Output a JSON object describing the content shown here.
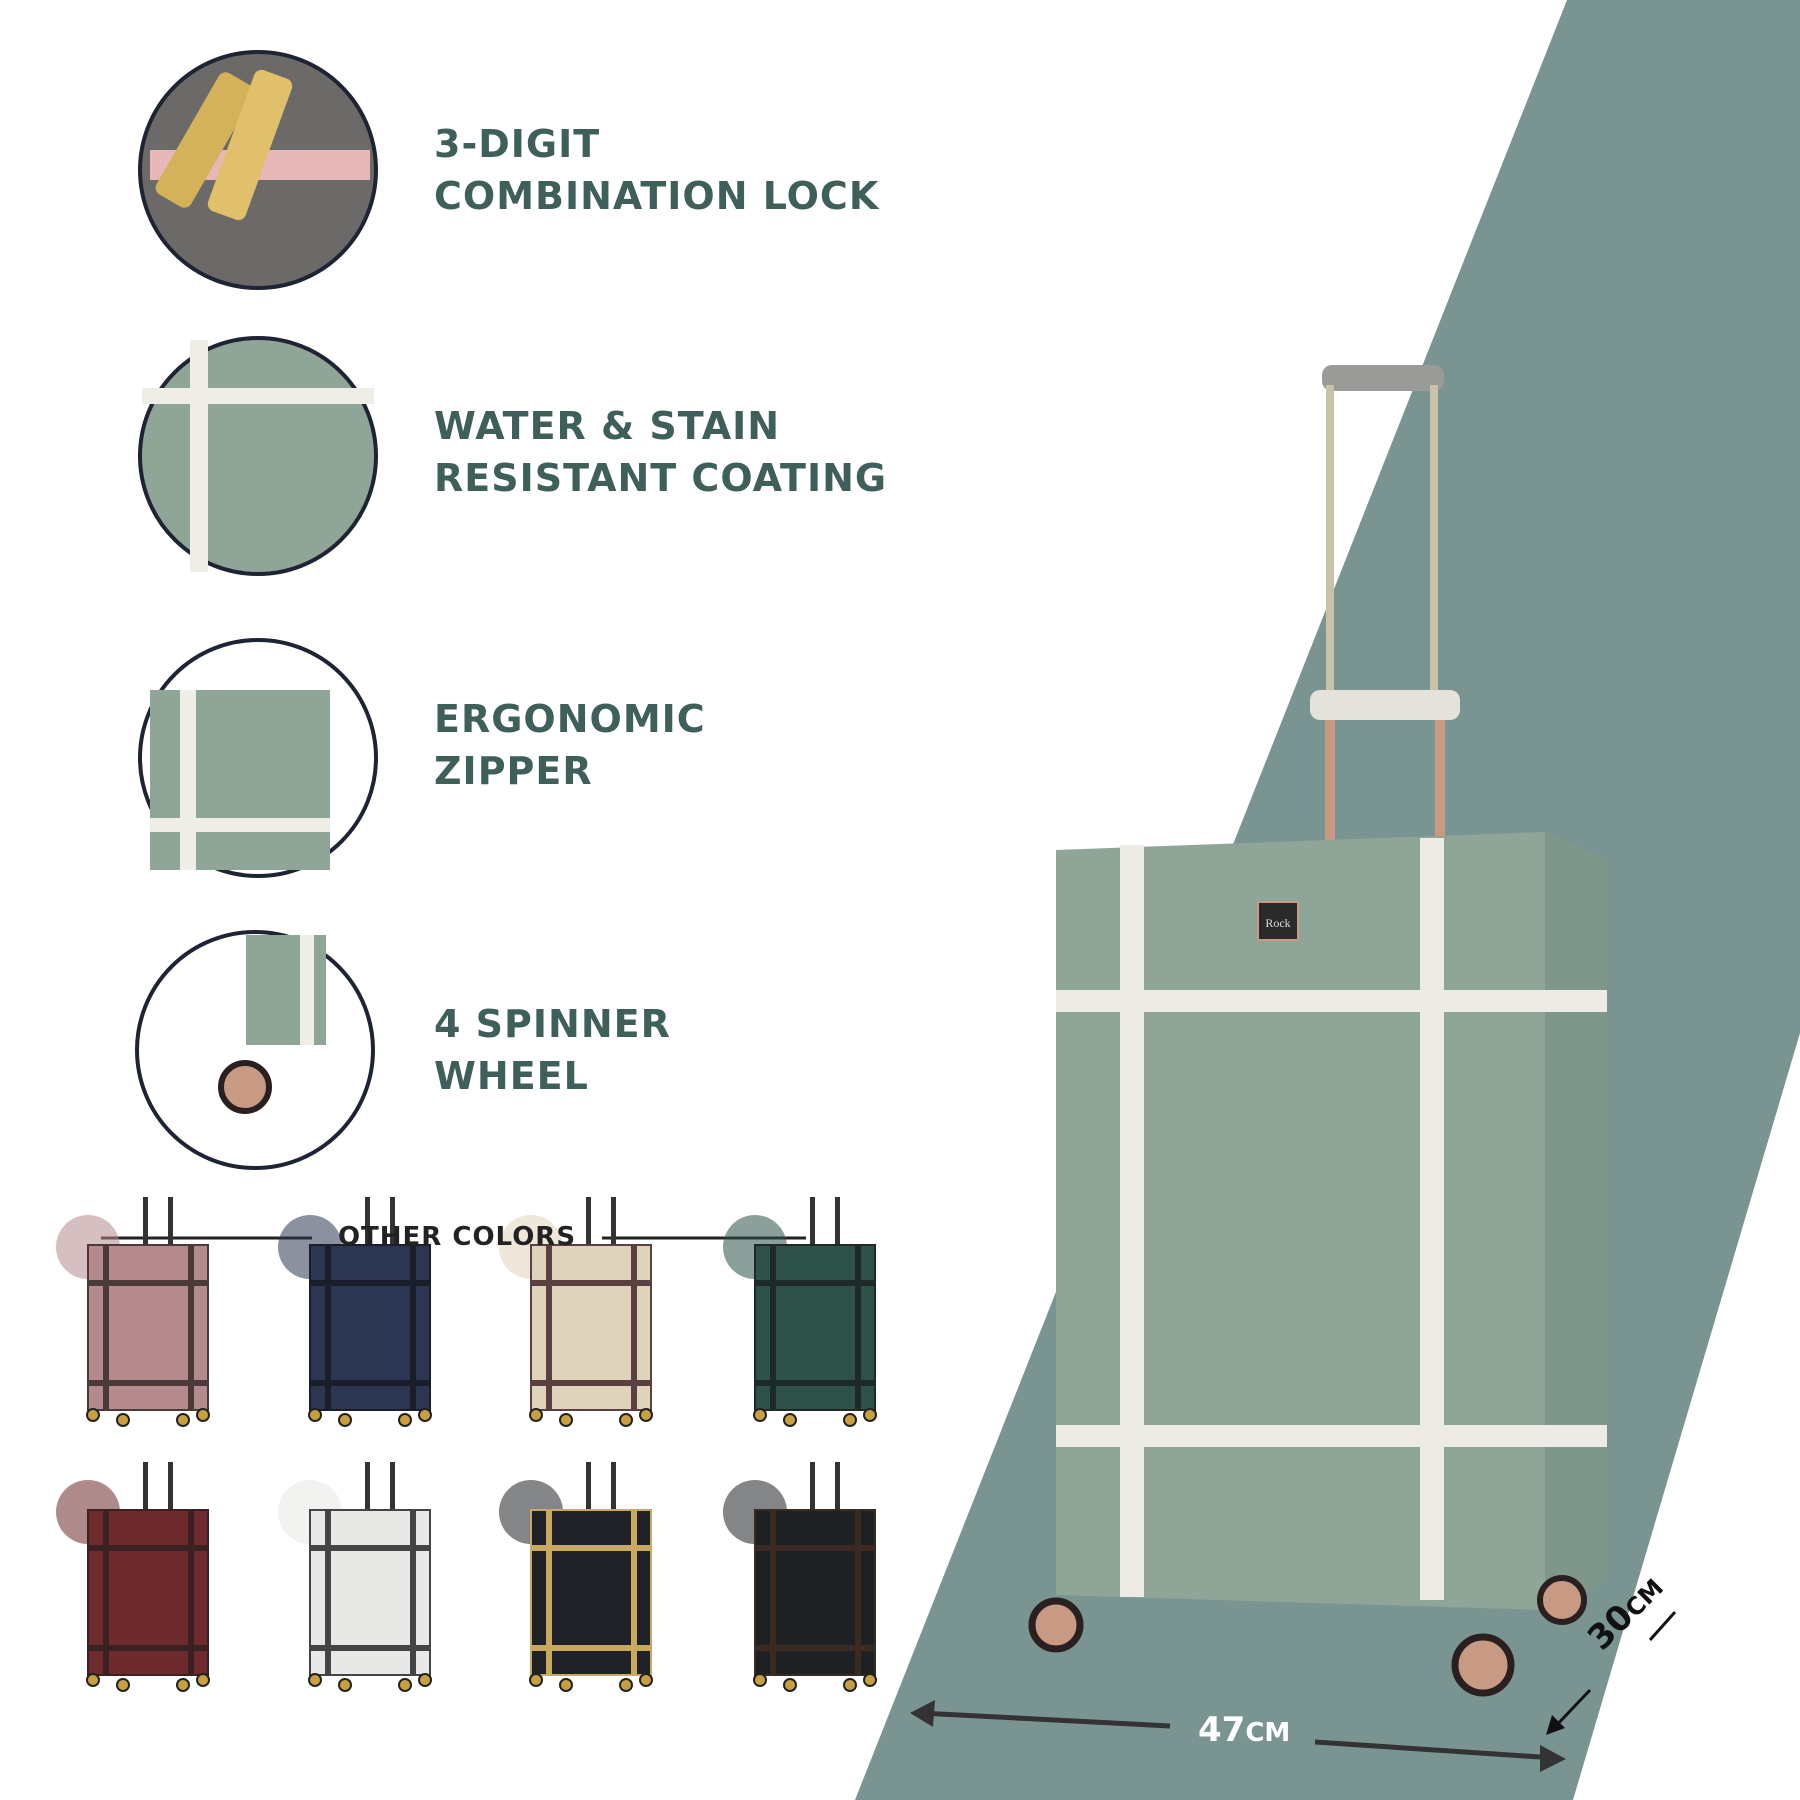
{
  "features": [
    {
      "line1": "3-DIGIT",
      "line2": "COMBINATION LOCK",
      "icon": "combination-lock"
    },
    {
      "line1": "WATER & STAIN",
      "line2": "RESISTANT COATING",
      "icon": "coating-texture"
    },
    {
      "line1": "ERGONOMIC",
      "line2": "ZIPPER",
      "icon": "zipper"
    },
    {
      "line1": "4 SPINNER",
      "line2": "WHEEL",
      "icon": "spinner-wheel"
    }
  ],
  "other_colors": {
    "heading": "OTHER COLORS",
    "swatches": [
      {
        "color": "#b48a8c",
        "trim": "#4a3a3a"
      },
      {
        "color": "#2c3650",
        "trim": "#1a1e2a"
      },
      {
        "color": "#e0d3bc",
        "trim": "#5a4040"
      },
      {
        "color": "#2e5249",
        "trim": "#1e2a28"
      },
      {
        "color": "#6e2a2c",
        "trim": "#3a2222"
      },
      {
        "color": "#e8e8e6",
        "trim": "#444"
      },
      {
        "color": "#1f2226",
        "trim": "#c9a860"
      },
      {
        "color": "#1e2024",
        "trim": "#3a2a22"
      }
    ]
  },
  "dimensions": {
    "width": "47",
    "width_unit": "CM",
    "depth": "30",
    "depth_unit": "CM"
  },
  "colors": {
    "accent_text": "#3f5f5a",
    "band": "#7a9591",
    "suitcase": "#8fa597",
    "trim": "#ecebe6"
  },
  "brand_badge": "Rock"
}
